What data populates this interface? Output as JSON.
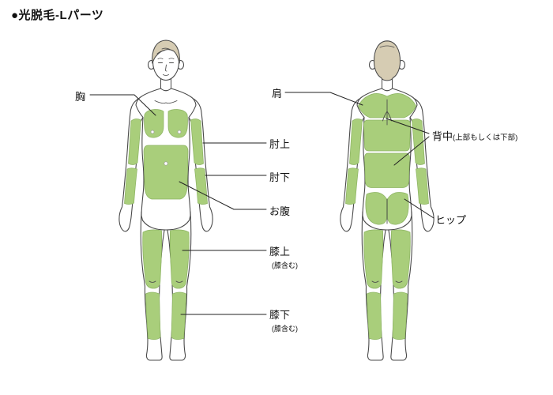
{
  "title": "●光脱毛-Lパーツ",
  "labels": {
    "chest": {
      "text": "胸"
    },
    "shoulder": {
      "text": "肩"
    },
    "above_elbow": {
      "text": "肘上"
    },
    "back": {
      "text": "背中",
      "note": "(上部もしくは下部)"
    },
    "below_elbow": {
      "text": "肘下"
    },
    "belly": {
      "text": "お腹"
    },
    "hip": {
      "text": "ヒップ"
    },
    "above_knee": {
      "text": "膝上",
      "note": "(膝含む)"
    },
    "below_knee": {
      "text": "膝下",
      "note": "(膝含む)"
    }
  },
  "colors": {
    "highlight": "#a9ce7b",
    "highlight-edge": "#8db463",
    "outline": "#4a4a4a",
    "hair": "#d6ccb3",
    "connector": "#222222",
    "text": "#111111",
    "background": "#ffffff"
  }
}
